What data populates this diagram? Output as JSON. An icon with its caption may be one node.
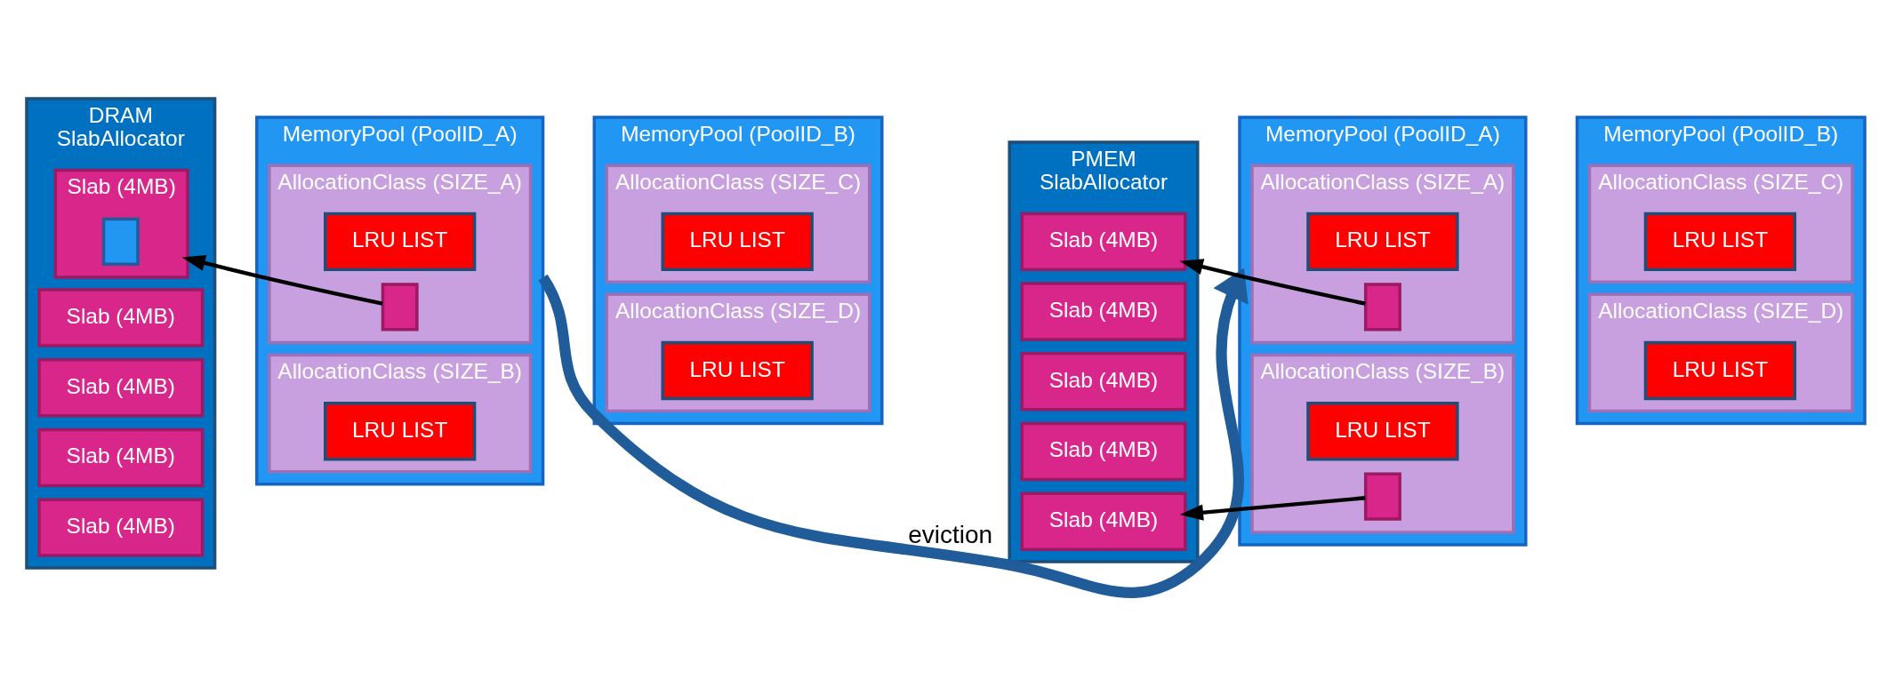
{
  "diagram": {
    "nodes": [
      {
        "text": [
          "DRAM",
          "SlabAllocator"
        ]
      },
      {
        "text": [
          "Slab (4MB)"
        ],
        "in": 0
      },
      {
        "text": [],
        "shape": "box",
        "in": 1
      },
      {
        "text": [
          "Slab (4MB)"
        ],
        "in": 0
      },
      {
        "text": [
          "Slab (4MB)"
        ],
        "in": 0
      },
      {
        "text": [
          "Slab (4MB)"
        ],
        "in": 0
      },
      {
        "text": [
          "Slab (4MB)"
        ],
        "in": 0
      },
      {
        "text": [
          "MemoryPool (PoolID_A)"
        ]
      },
      {
        "text": [
          "AllocationClass (SIZE_A)"
        ],
        "in": 7
      },
      {
        "text": [
          "LRU LIST"
        ],
        "in": 8
      },
      {
        "text": [],
        "shape": "box",
        "in": 8
      },
      {
        "text": [
          "AllocationClass (SIZE_B)"
        ],
        "in": 7
      },
      {
        "text": [
          "LRU LIST"
        ],
        "in": 11
      },
      {
        "text": [
          "MemoryPool (PoolID_B)"
        ]
      },
      {
        "text": [
          "AllocationClass (SIZE_C)"
        ],
        "in": 13
      },
      {
        "text": [
          "LRU LIST"
        ],
        "in": 14
      },
      {
        "text": [
          "AllocationClass (SIZE_D)"
        ],
        "in": 13
      },
      {
        "text": [
          "LRU LIST"
        ],
        "in": 16
      },
      {
        "text": [
          "PMEM",
          "SlabAllocator"
        ]
      },
      {
        "text": [
          "Slab (4MB)"
        ],
        "in": 18
      },
      {
        "text": [
          "Slab (4MB)"
        ],
        "in": 18
      },
      {
        "text": [
          "Slab (4MB)"
        ],
        "in": 18
      },
      {
        "text": [
          "Slab (4MB)"
        ],
        "in": 18
      },
      {
        "text": [
          "Slab (4MB)"
        ],
        "in": 18
      },
      {
        "text": [
          "MemoryPool (PoolID_A)"
        ]
      },
      {
        "text": [
          "AllocationClass (SIZE_A)"
        ],
        "in": 24
      },
      {
        "text": [
          "LRU LIST"
        ],
        "in": 25
      },
      {
        "text": [],
        "shape": "box",
        "in": 25
      },
      {
        "text": [
          "AllocationClass (SIZE_B)"
        ],
        "in": 24
      },
      {
        "text": [
          "LRU LIST"
        ],
        "in": 28
      },
      {
        "text": [],
        "shape": "box",
        "in": 28
      },
      {
        "text": [
          "MemoryPool (PoolID_B)"
        ]
      },
      {
        "text": [
          "AllocationClass (SIZE_C)"
        ],
        "in": 31
      },
      {
        "text": [
          "LRU LIST"
        ],
        "in": 32
      },
      {
        "text": [
          "AllocationClass (SIZE_D)"
        ],
        "in": 31
      },
      {
        "text": [
          "LRU LIST"
        ],
        "in": 34
      }
    ],
    "edges": [
      {
        "from": 10,
        "to": 1,
        "arrow": "to"
      },
      {
        "from": 27,
        "to": 19,
        "arrow": "to"
      },
      {
        "from": 30,
        "to": 23,
        "arrow": "to"
      },
      {
        "from": 7,
        "to": 24,
        "arrow": "to",
        "label": "eviction",
        "style": "thick",
        "color": "#1f5c99"
      }
    ]
  }
}
